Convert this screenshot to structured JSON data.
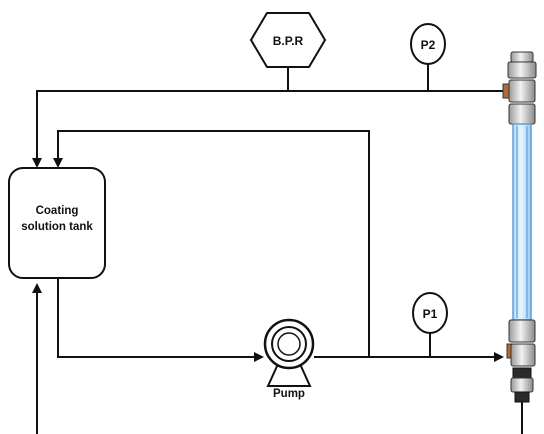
{
  "diagram": {
    "tank_label_line1": "Coating",
    "tank_label_line2": "solution tank",
    "bpr_label": "B.P.R",
    "gauge_p2_label": "P2",
    "gauge_p1_label": "P1",
    "pump_label": "Pump"
  },
  "colors": {
    "line": "#111111",
    "tube_fill": "#cfe6f8",
    "tube_stripe": "#6aaee6",
    "fitting": "#e6e6e6",
    "nut": "#b06a3a"
  }
}
